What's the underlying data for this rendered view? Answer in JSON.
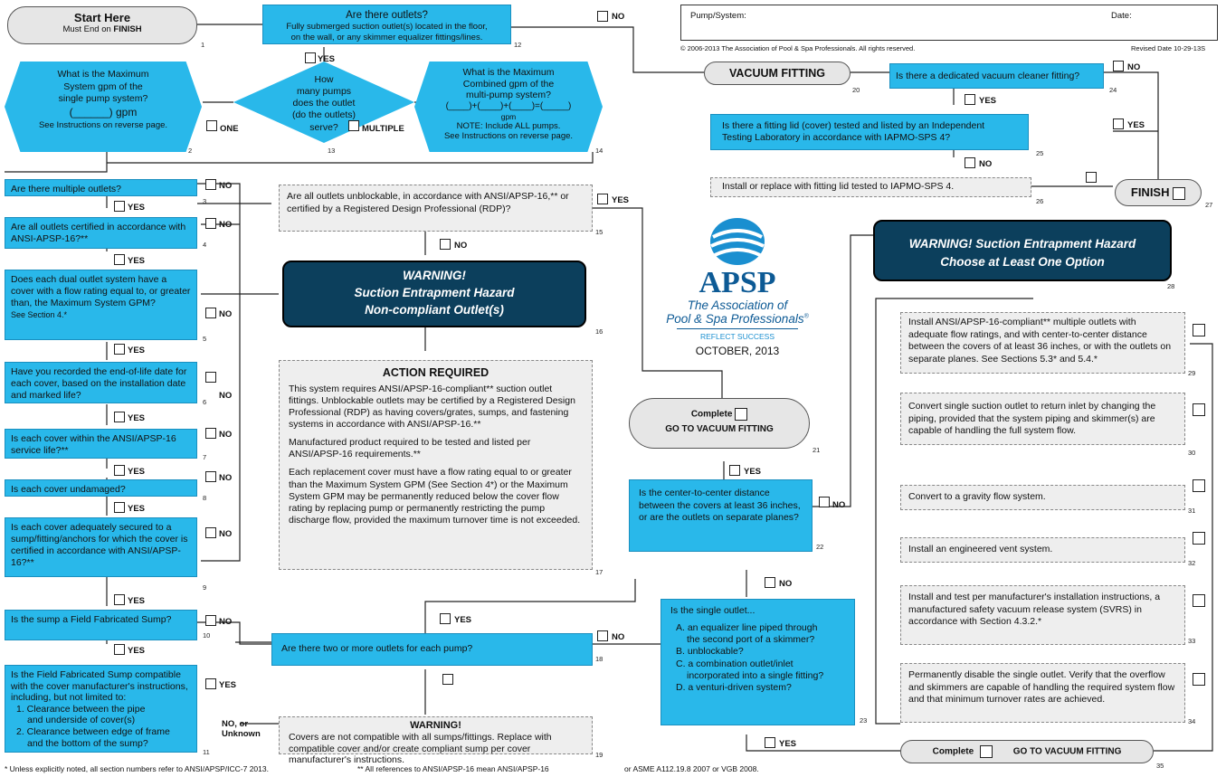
{
  "header": {
    "pump_label": "Pump/System:",
    "date_label": "Date:",
    "copyright": "© 2006-2013 The Association of Pool & Spa Professionals. All rights reserved.",
    "revised": "Revised Date 10-29-13S"
  },
  "start": {
    "title": "Start Here",
    "sub_a": "Must End on",
    "sub_b": "FINISH",
    "n": "1"
  },
  "q12": {
    "title": "Are there outlets?",
    "l1": "Fully submerged suction outlet(s) located in the floor,",
    "l2": "on the wall, or any skimmer equalizer fittings/lines.",
    "n": "12"
  },
  "q13": {
    "l1": "How",
    "l2": "many pumps",
    "l3": "does the outlet",
    "l4": "(do the outlets)",
    "l5": "serve?",
    "n": "13"
  },
  "q2": {
    "l1": "What is the Maximum",
    "l2": "System gpm of the",
    "l3": "single pump system?",
    "l4": "(______) gpm",
    "l5": "See Instructions on reverse page.",
    "n": "2"
  },
  "q14": {
    "l1": "What is the Maximum",
    "l2": "Combined gpm of the",
    "l3": "multi-pump system?",
    "l4": "(____)+(____)+(____)=(_____)",
    "l5": "gpm",
    "l6": "NOTE: Include ALL pumps.",
    "l7": "See Instructions on reverse page.",
    "n": "14"
  },
  "labels": {
    "yes": "YES",
    "no": "NO",
    "one": "ONE",
    "multiple": "MULTIPLE",
    "no_or": "NO, or",
    "unknown": "Unknown"
  },
  "left": [
    {
      "t": "Are there multiple outlets?",
      "n": "3"
    },
    {
      "t": "Are all outlets certified in accordance with ANSI-APSP-16?**",
      "n": "4"
    },
    {
      "t": "Does each dual outlet system have a cover with a flow rating equal to, or greater than, the Maximum System GPM?",
      "t2": "See Section 4.*",
      "n": "5"
    },
    {
      "t": "Have you recorded the end-of-life date for each cover, based on the installation date and marked life?",
      "n": "6"
    },
    {
      "t": "Is each cover within the ANSI/APSP-16 service life?**",
      "n": "7"
    },
    {
      "t": "Is each cover undamaged?",
      "n": "8"
    },
    {
      "t": "Is each cover adequately secured to a sump/fitting/anchors for which the cover is certified in accordance with ANSI/APSP-16?**",
      "n": "9"
    },
    {
      "t": "Is the sump a Field Fabricated Sump?",
      "n": "10"
    }
  ],
  "q11": {
    "t": "Is the Field Fabricated Sump compatible with the cover manufacturer's instructions, including, but not limited to:",
    "i1": "1. Clearance between the pipe",
    "i1b": "and underside of cover(s)",
    "i2": "2. Clearance between edge of frame",
    "i2b": "and the bottom of the sump?",
    "n": "11"
  },
  "q15": {
    "t": "Are all outlets unblockable, in accordance with ANSI/APSP-16,** or certified by a Registered Design Professional (RDP)?",
    "n": "15"
  },
  "w16": {
    "l1": "WARNING!",
    "l2": "Suction Entrapment Hazard",
    "l3": "Non-compliant Outlet(s)",
    "n": "16"
  },
  "a17": {
    "title": "ACTION REQUIRED",
    "p1": "This system requires ANSI/APSP-16-compliant** suction outlet fittings. Unblockable outlets may be certified by a Registered Design Professional (RDP) as having covers/grates, sumps, and fastening systems in accordance with ANSI/APSP-16.**",
    "p2": "Manufactured product required to be tested and listed per ANSI/APSP-16 requirements.**",
    "p3": "Each replacement cover must have a flow rating equal to or greater than the Maximum System GPM (See Section 4*) or the Maximum System GPM may be permanently reduced below the cover flow rating by replacing pump or permanently restricting the pump discharge flow, provided the maximum turnover time is not exceeded.",
    "n": "17"
  },
  "q18": {
    "t": "Are there two or more outlets for each pump?",
    "n": "18"
  },
  "w19": {
    "title": "WARNING!",
    "t": "Covers are not compatible with all sumps/fittings. Replace with compatible cover and/or create compliant sump per cover manufacturer's instructions.",
    "n": "19"
  },
  "c21": {
    "l1": "Complete",
    "l2": "GO TO VACUUM FITTING",
    "n": "21"
  },
  "q22": {
    "t": "Is the center-to-center distance between the covers at least 36 inches, or are the outlets on separate planes?",
    "n": "22"
  },
  "q23": {
    "t": "Is the single outlet...",
    "a": "A. an equalizer line piped through",
    "a2": "the second port of a skimmer?",
    "b": "B. unblockable?",
    "c": "C. a combination outlet/inlet",
    "c2": "incorporated into a single fitting?",
    "d": "D. a venturi-driven system?",
    "n": "23"
  },
  "logo": {
    "brand": "APSP",
    "line1": "The Association of",
    "line2": "Pool & Spa Professionals",
    "reg": "®",
    "tag": "REFLECT SUCCESS",
    "date": "OCTOBER, 2013"
  },
  "vac": {
    "label": "VACUUM FITTING",
    "n": "20"
  },
  "q24": {
    "t": "Is there a dedicated vacuum cleaner fitting?",
    "n": "24"
  },
  "q25": {
    "t": "Is there a fitting lid (cover) tested and listed by an Independent Testing Laboratory in accordance with IAPMO-SPS 4?",
    "n": "25"
  },
  "a26": {
    "t": "Install or replace with fitting lid tested to IAPMO-SPS 4.",
    "n": "26"
  },
  "finish": {
    "t": "FINISH",
    "n": "27"
  },
  "w28": {
    "l1": "WARNING! Suction Entrapment Hazard",
    "l2": "Choose at Least One Option",
    "n": "28"
  },
  "options": [
    {
      "t": "Install ANSI/APSP-16-compliant** multiple outlets with adequate flow ratings, and with center-to-center distance between the covers of at least 36 inches, or with the outlets on separate planes. See Sections 5.3* and 5.4.*",
      "n": "29"
    },
    {
      "t": "Convert single suction outlet to return inlet by changing the piping, provided that the system piping and skimmer(s) are capable of handling the full system flow.",
      "n": "30"
    },
    {
      "t": "Convert to a gravity flow system.",
      "n": "31"
    },
    {
      "t": "Install an engineered vent system.",
      "n": "32"
    },
    {
      "t": "Install and test per manufacturer's installation instructions, a manufactured safety vacuum release system (SVRS) in accordance with Section 4.3.2.*",
      "n": "33"
    },
    {
      "t": "Permanently disable the single outlet. Verify that the overflow and skimmers are capable of handling the required system flow and that minimum turnover rates are achieved.",
      "n": "34"
    }
  ],
  "c35": {
    "l1": "Complete",
    "l2": "GO TO VACUUM FITTING",
    "n": "35"
  },
  "footer": {
    "f1": "* Unless explicitly noted, all section numbers refer to ANSI/APSP/ICC-7 2013.",
    "f2": "** All references to ANSI/APSP-16 mean ANSI/APSP-16",
    "f3": "or ASME A112.19.8 2007 or VGB 2008."
  }
}
